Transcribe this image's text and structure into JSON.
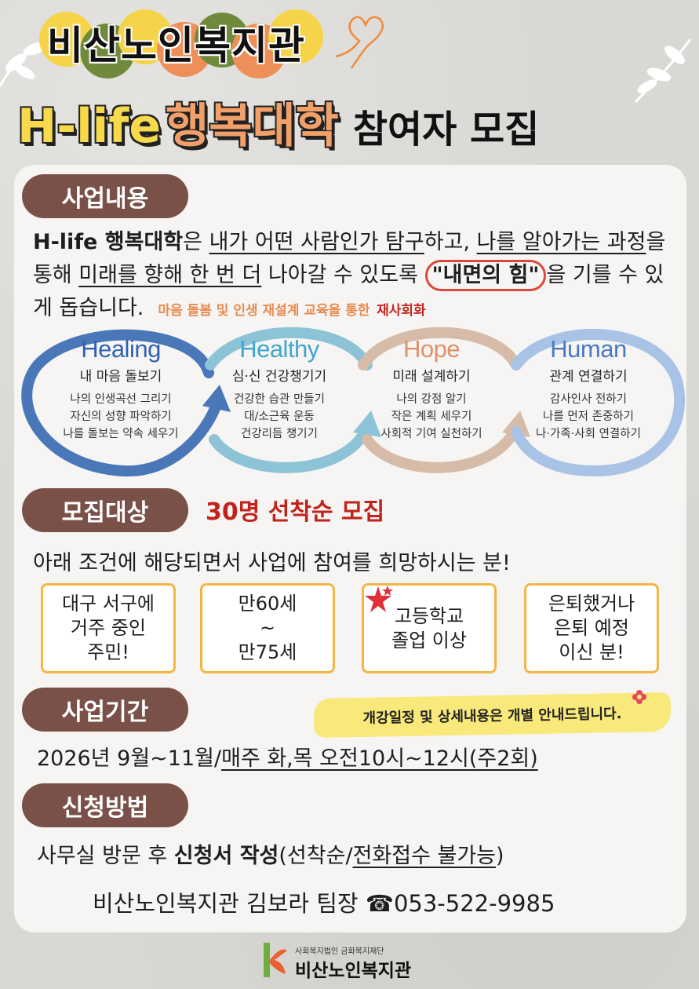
{
  "header": {
    "org_name": "비산노인복지관",
    "title_part1": "H-life",
    "title_part2": "행복대학",
    "title_part3": "참여자 모집"
  },
  "sections": {
    "content": "사업내용",
    "target": "모집대상",
    "period": "사업기간",
    "apply": "신청방법"
  },
  "intro": {
    "bold_lead": "H-life 행복대학",
    "p1": "은 ",
    "u1": "내가 어떤 사람인가 탐구",
    "p2": "하고, ",
    "u2": "나를 알아가는 과정",
    "p3": "을 통해 ",
    "u3": "미래를 향해 한 번 더",
    "p4": " 나아갈 수 있도록 ",
    "power": "\"내면의 힘\"",
    "p5": "을 기를 수 있게 돕습니다.",
    "sub_orange": "마음 돌봄 및 인생 재설계 교육을 통한",
    "sub_red": "재사회화"
  },
  "stages": [
    {
      "name": "Healing",
      "sub": "내 마음 돌보기",
      "items": [
        "나의 인생곡선 그리기",
        "자신의 성향 파악하기",
        "나를 돌보는 약속 세우기"
      ],
      "color": "#3f6fb5"
    },
    {
      "name": "Healthy",
      "sub": "심·신 건강챙기기",
      "items": [
        "건강한 습관 만들기",
        "대/소근육 운동",
        "건강리듬 챙기기"
      ],
      "color": "#3ea7cf"
    },
    {
      "name": "Hope",
      "sub": "미래 설계하기",
      "items": [
        "나의 강점 알기",
        "작은 계획 세우기",
        "사회적 기여 실천하기"
      ],
      "color": "#e0906a"
    },
    {
      "name": "Human",
      "sub": "관계 연결하기",
      "items": [
        "감사인사 전하기",
        "나를 먼저 존중하기",
        "나·가족·사회 연결하기"
      ],
      "color": "#4a7ac4"
    }
  ],
  "target": {
    "limit": "30명 선착순 모집",
    "condition": "아래 조건에 해당되면서 사업에 참여를 희망하시는 분!",
    "boxes": [
      [
        "대구 서구에",
        "거주 중인",
        "주민!"
      ],
      [
        "만60세",
        "~",
        "만75세"
      ],
      [
        "고등학교",
        "졸업 이상"
      ],
      [
        "은퇴했거나",
        "은퇴 예정",
        "이신 분!"
      ]
    ]
  },
  "period": {
    "note": "개강일정 및 상세내용은 개별 안내드립니다.",
    "prefix": "2026년 9월~11월/",
    "underlined": "매주 화,목 오전10시~12시(주2회)"
  },
  "apply": {
    "prefix": "사무실 방문 후 ",
    "bold": "신청서 작성",
    "mid": "(선착순/",
    "underlined": "전화접수 불가능",
    "suffix": ")",
    "contact_name": "비산노인복지관 김보라 팀장",
    "phone": "053-522-9985"
  },
  "footer": {
    "small": "사회복지법인 금화복지재단",
    "name": "비산노인복지관"
  },
  "colors": {
    "pill": "#7a5148",
    "box_border": "#f3b646",
    "accent_red": "#c0231c",
    "title_yellow": "#f7d94c",
    "title_orange": "#f2a06a"
  }
}
